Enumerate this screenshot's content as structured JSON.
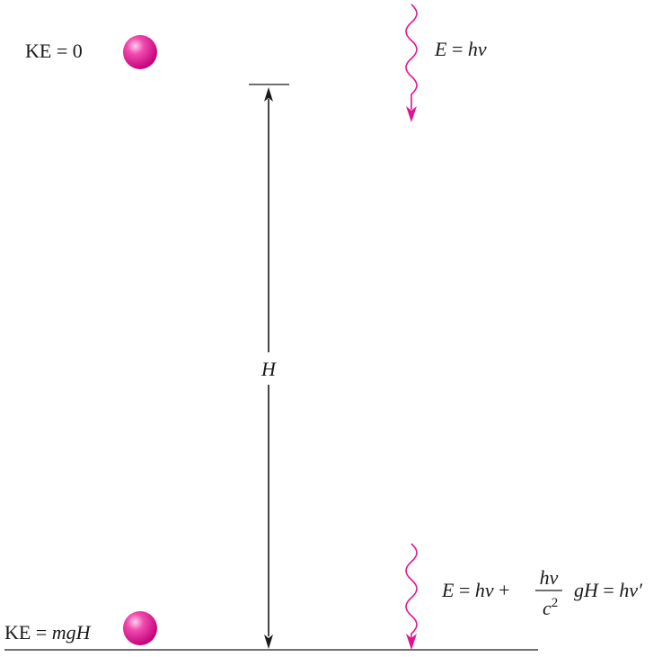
{
  "top": {
    "ke": "KE = 0",
    "photon_energy": {
      "e": "E",
      "eq": " = ",
      "hv": "hv"
    }
  },
  "height": {
    "label": "H"
  },
  "bottom": {
    "ke": {
      "prefix": "KE = ",
      "mgh": "mgH"
    },
    "photon_energy": {
      "e": "E",
      "eq1": " = ",
      "hv": "hv",
      "plus": " + ",
      "frac_num": "hv",
      "frac_den": "c",
      "frac_den_exp": "2",
      "gh": "gH",
      "eq2": " = ",
      "hv_prime": "hv′"
    }
  },
  "colors": {
    "particle": "#e8199a",
    "photon": "#e2138f",
    "line": "#1a1a1a"
  }
}
